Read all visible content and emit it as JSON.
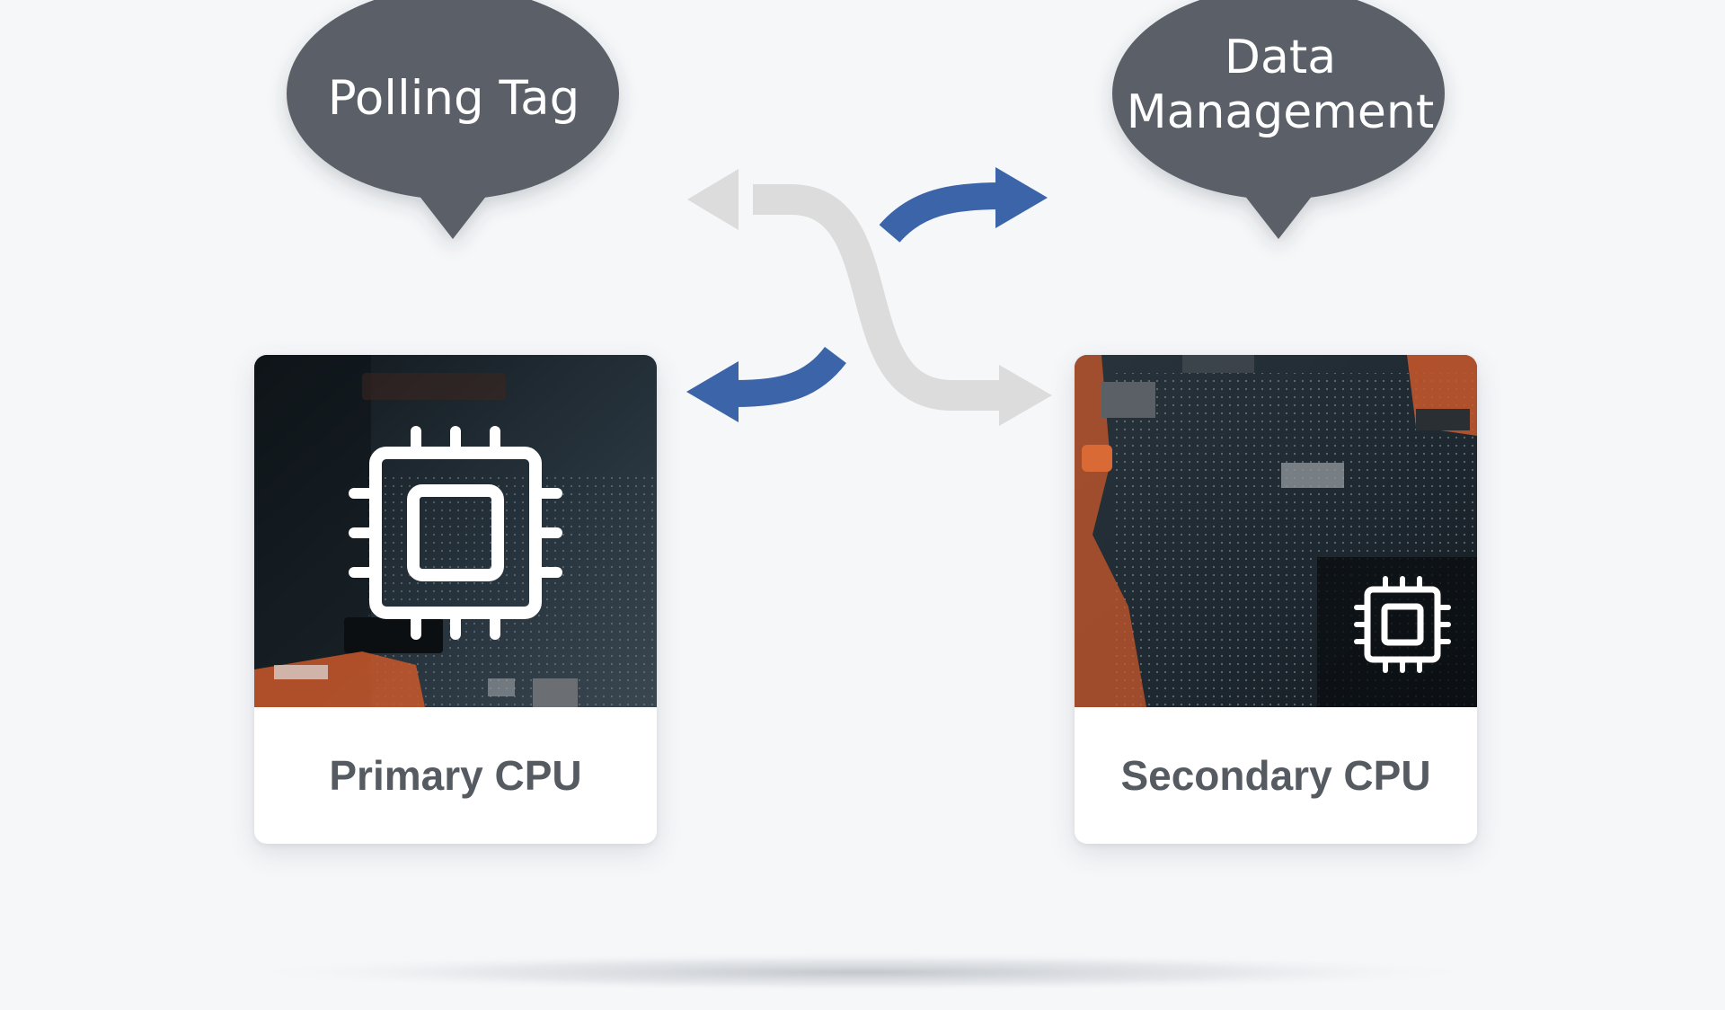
{
  "bubbles": {
    "left": {
      "lines": [
        "Polling Tag"
      ]
    },
    "right": {
      "lines": [
        "Data",
        "Management"
      ]
    }
  },
  "cards": {
    "primary": {
      "label": "Primary CPU",
      "icon": "cpu-chip-icon"
    },
    "secondary": {
      "label": "Secondary CPU",
      "icon": "cpu-chip-icon"
    }
  },
  "colors": {
    "background": "#f6f7f9",
    "bubble": "#5a5f68",
    "arrow_active": "#3c64a8",
    "arrow_inactive": "#dcdcdc",
    "card_label": "#555b61",
    "board_dark": "#1e2830",
    "component_orange": "#c9582b"
  }
}
